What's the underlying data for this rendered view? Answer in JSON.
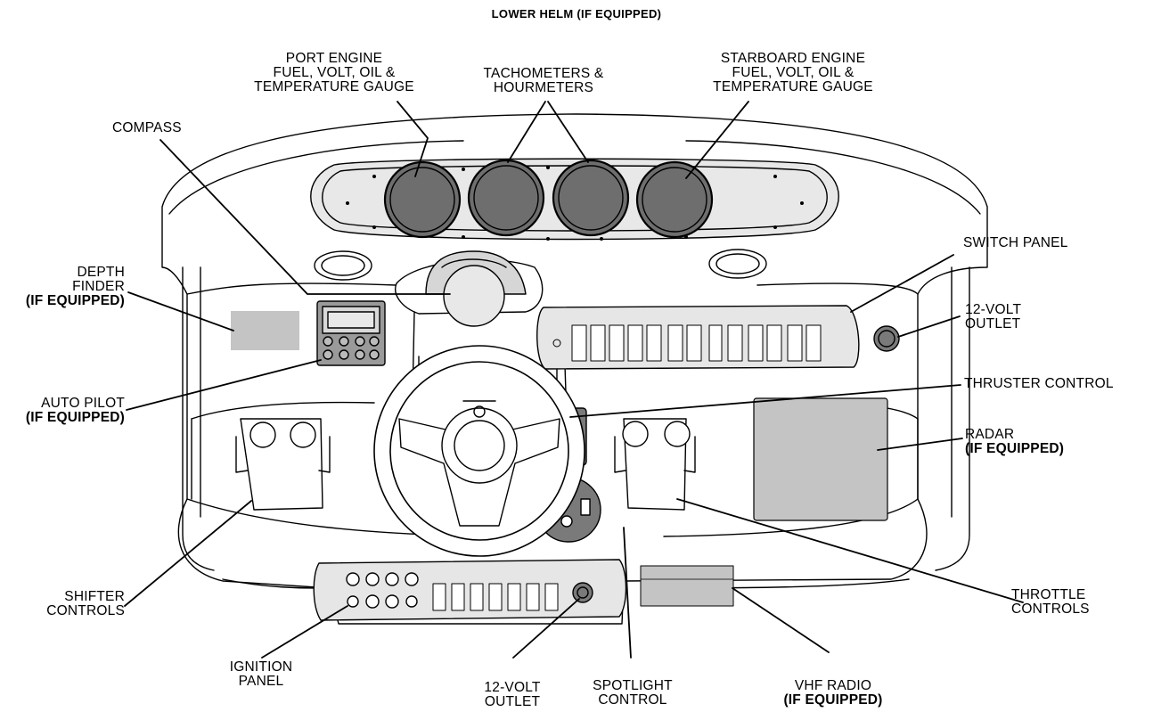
{
  "title": "LOWER HELM (IF EQUIPPED)",
  "labels": {
    "port_engine": [
      "PORT ENGINE",
      "FUEL, VOLT, OIL &",
      "TEMPERATURE GAUGE"
    ],
    "tachometers": [
      "TACHOMETERS &",
      "HOURMETERS"
    ],
    "starboard_engine": [
      "STARBOARD ENGINE",
      "FUEL, VOLT, OIL &",
      "TEMPERATURE GAUGE"
    ],
    "compass": "COMPASS",
    "switch_panel": "SWITCH  PANEL",
    "depth_finder": [
      "DEPTH",
      "FINDER",
      "(IF EQUIPPED)"
    ],
    "outlet_right": [
      "12-VOLT",
      "OUTLET"
    ],
    "thruster_control": "THRUSTER CONTROL",
    "auto_pilot": [
      "AUTO PILOT",
      "(IF EQUIPPED)"
    ],
    "radar": [
      "RADAR",
      "(IF EQUIPPED)"
    ],
    "shifter_controls": [
      "SHIFTER",
      "CONTROLS"
    ],
    "throttle_controls": [
      "THROTTLE",
      "CONTROLS"
    ],
    "ignition_panel": [
      "IGNITION",
      "PANEL"
    ],
    "outlet_bottom": [
      "12-VOLT",
      "OUTLET"
    ],
    "spotlight_control": [
      "SPOTLIGHT",
      "CONTROL"
    ],
    "vhf_radio": [
      "VHF RADIO",
      "(IF EQUIPPED)"
    ]
  }
}
